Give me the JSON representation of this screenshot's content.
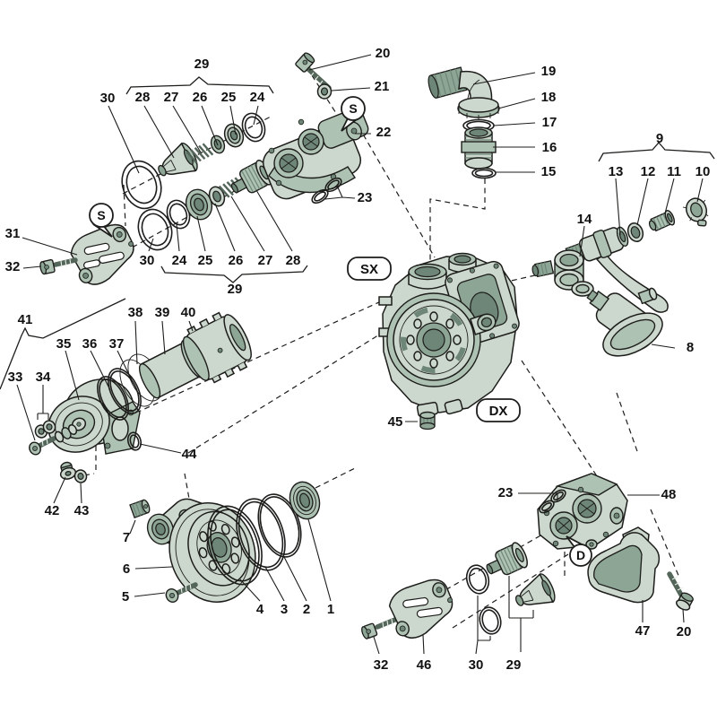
{
  "palette": {
    "line": "#1d1d1b",
    "part-light": "#ccd8cd",
    "part-mid": "#aec2b3",
    "part-dark": "#8da595",
    "part-deep": "#6e8677",
    "metal": "#54665a",
    "label": "#111111",
    "background": "#ffffff"
  },
  "side_labels": {
    "sx": "SX",
    "dx": "DX"
  },
  "detail_markers": {
    "s_left": "S",
    "s_top": "S",
    "d_bottom": "D"
  },
  "callouts": {
    "g29_top": "29",
    "r30_top": "30",
    "r28_top": "28",
    "r27_top": "27",
    "r26_top": "26",
    "r25_top": "25",
    "r24_top": "24",
    "r30_low": "30",
    "r24_low": "24",
    "r25_low": "25",
    "r26_low": "26",
    "r27_low": "27",
    "r28_low": "28",
    "g29_low": "29",
    "n31": "31",
    "n32": "32",
    "n20_top": "20",
    "n21": "21",
    "n22": "22",
    "n23_top": "23",
    "n19": "19",
    "n18": "18",
    "n17": "17",
    "n16": "16",
    "n15": "15",
    "g9": "9",
    "n13": "13",
    "n12": "12",
    "n11": "11",
    "n10": "10",
    "n14": "14",
    "n8": "8",
    "n41": "41",
    "n38": "38",
    "n39": "39",
    "n40": "40",
    "n35": "35",
    "n36": "36",
    "n37": "37",
    "n33": "33",
    "n34": "34",
    "n44": "44",
    "n42": "42",
    "n43": "43",
    "n7": "7",
    "n6": "6",
    "n5": "5",
    "n4": "4",
    "n3": "3",
    "n2": "2",
    "n1": "1",
    "n45": "45",
    "n32_b": "32",
    "n46": "46",
    "n30_b": "30",
    "n29_b": "29",
    "n23_b": "23",
    "n48": "48",
    "n47": "47",
    "n20_b": "20"
  }
}
